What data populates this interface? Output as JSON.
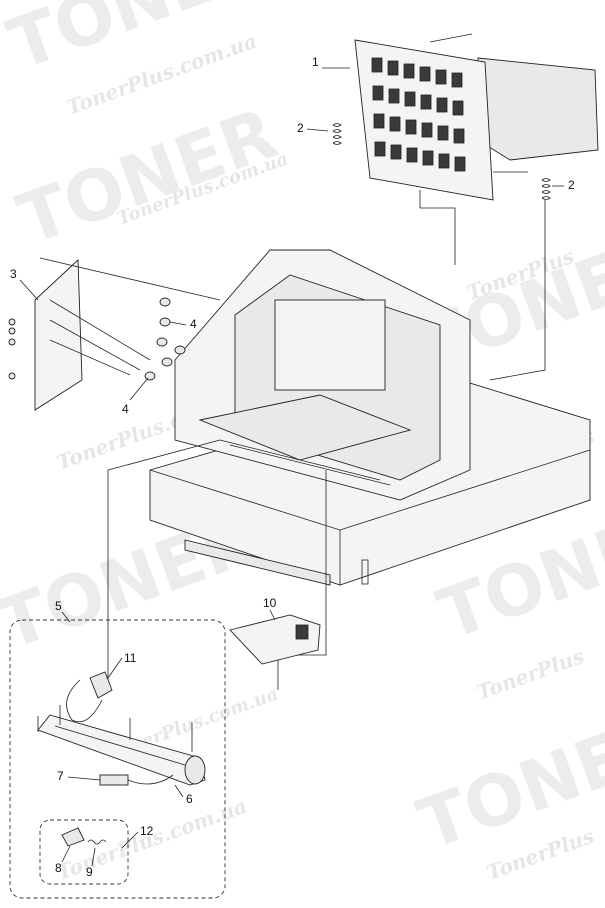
{
  "watermark": {
    "brand_large": "TONER",
    "brand_site": "TonerPlus.com.ua",
    "brand_short": "TonerPlus"
  },
  "callouts": {
    "c1": "1",
    "c2a": "2",
    "c2b": "2",
    "c3": "3",
    "c4a": "4",
    "c4b": "4",
    "c5": "5",
    "c6": "6",
    "c7": "7",
    "c8": "8",
    "c9": "9",
    "c10": "10",
    "c11": "11",
    "c12": "12"
  }
}
